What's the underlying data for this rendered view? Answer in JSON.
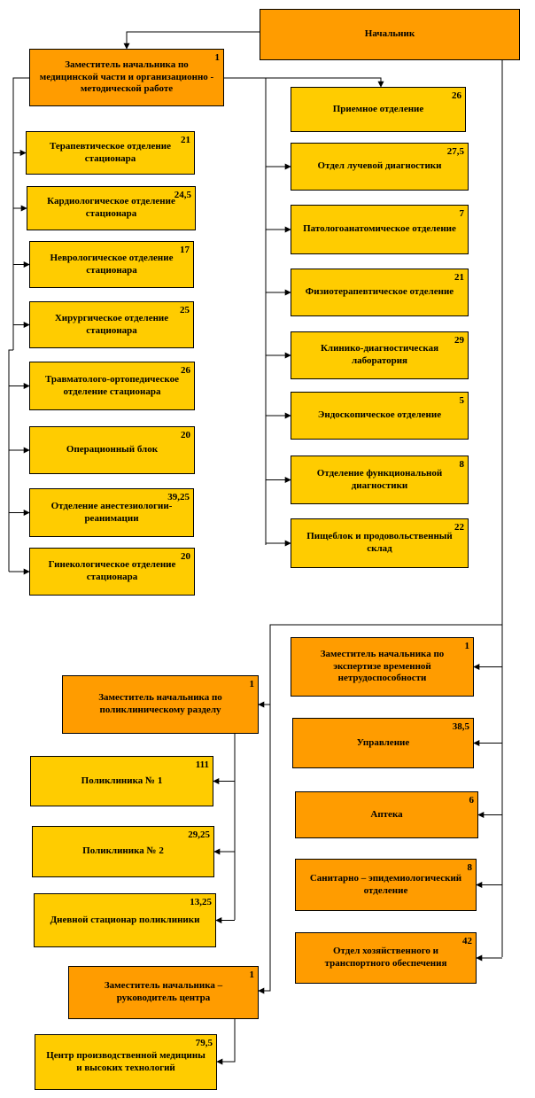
{
  "colors": {
    "orange": "#ff9c00",
    "yellow": "#ffcc00",
    "line": "#000000"
  },
  "nodes": [
    {
      "id": "head",
      "label": "Начальник",
      "value": "",
      "fill": "orange"
    },
    {
      "id": "dep-med",
      "label": "Заместитель начальника по медицинской части и организационно - методической работе",
      "value": "1",
      "fill": "orange"
    },
    {
      "id": "therapy",
      "label": "Терапевтическое отделение стационара",
      "value": "21",
      "fill": "yellow"
    },
    {
      "id": "cardio",
      "label": "Кардиологическое отделение стационара",
      "value": "24,5",
      "fill": "yellow"
    },
    {
      "id": "neuro",
      "label": "Неврологическое отделение стационара",
      "value": "17",
      "fill": "yellow"
    },
    {
      "id": "surgery",
      "label": "Хирургическое отделение стационара",
      "value": "25",
      "fill": "yellow"
    },
    {
      "id": "trauma",
      "label": "Травматолого-ортопедическое отделение стационара",
      "value": "26",
      "fill": "yellow"
    },
    {
      "id": "operating",
      "label": "Операционный блок",
      "value": "20",
      "fill": "yellow"
    },
    {
      "id": "anesthesia",
      "label": "Отделение анестезиологии-реанимации",
      "value": "39,25",
      "fill": "yellow"
    },
    {
      "id": "gyneco",
      "label": "Гинекологическое отделение стационара",
      "value": "20",
      "fill": "yellow"
    },
    {
      "id": "admission",
      "label": "Приемное отделение",
      "value": "26",
      "fill": "yellow"
    },
    {
      "id": "radiology",
      "label": "Отдел лучевой диагностики",
      "value": "27,5",
      "fill": "yellow"
    },
    {
      "id": "pathology",
      "label": "Патологоанатомическое отделение",
      "value": "7",
      "fill": "yellow"
    },
    {
      "id": "physio",
      "label": "Физиотерапевтическое отделение",
      "value": "21",
      "fill": "yellow"
    },
    {
      "id": "lab",
      "label": "Клинико-диагностическая лаборатория",
      "value": "29",
      "fill": "yellow"
    },
    {
      "id": "endoscopy",
      "label": "Эндоскопическое отделение",
      "value": "5",
      "fill": "yellow"
    },
    {
      "id": "functional",
      "label": "Отделение функциональной диагностики",
      "value": "8",
      "fill": "yellow"
    },
    {
      "id": "food",
      "label": "Пищеблок и продовольственный склад",
      "value": "22",
      "fill": "yellow"
    },
    {
      "id": "dep-expert",
      "label": "Заместитель начальника по экспертизе временной нетрудоспособности",
      "value": "1",
      "fill": "orange"
    },
    {
      "id": "management",
      "label": "Управление",
      "value": "38,5",
      "fill": "orange"
    },
    {
      "id": "pharmacy",
      "label": "Аптека",
      "value": "6",
      "fill": "orange"
    },
    {
      "id": "sanitary",
      "label": "Санитарно – эпидемиологический отделение",
      "value": "8",
      "fill": "orange"
    },
    {
      "id": "transport",
      "label": "Отдел хозяйственного и транспортного обеспечения",
      "value": "42",
      "fill": "orange"
    },
    {
      "id": "dep-clinic",
      "label": "Заместитель начальника по поликлиническому разделу",
      "value": "1",
      "fill": "orange"
    },
    {
      "id": "clinic1",
      "label": "Поликлиника № 1",
      "value": "111",
      "fill": "yellow"
    },
    {
      "id": "clinic2",
      "label": "Поликлиника № 2",
      "value": "29,25",
      "fill": "yellow"
    },
    {
      "id": "day-hospital",
      "label": "Дневной стационар поликлиники",
      "value": "13,25",
      "fill": "yellow"
    },
    {
      "id": "dep-center",
      "label": "Заместитель начальника – руководитель центра",
      "value": "1",
      "fill": "orange"
    },
    {
      "id": "center",
      "label": "Центр производственной медицины и высоких технологий",
      "value": "79,5",
      "fill": "yellow"
    }
  ],
  "edges": [
    [
      "head",
      "dep-med"
    ],
    [
      "dep-med",
      "therapy"
    ],
    [
      "dep-med",
      "cardio"
    ],
    [
      "dep-med",
      "neuro"
    ],
    [
      "dep-med",
      "surgery"
    ],
    [
      "dep-med",
      "trauma"
    ],
    [
      "dep-med",
      "operating"
    ],
    [
      "dep-med",
      "anesthesia"
    ],
    [
      "dep-med",
      "gyneco"
    ],
    [
      "dep-med",
      "admission"
    ],
    [
      "dep-med",
      "radiology"
    ],
    [
      "dep-med",
      "pathology"
    ],
    [
      "dep-med",
      "physio"
    ],
    [
      "dep-med",
      "lab"
    ],
    [
      "dep-med",
      "endoscopy"
    ],
    [
      "dep-med",
      "functional"
    ],
    [
      "dep-med",
      "food"
    ],
    [
      "head",
      "dep-expert"
    ],
    [
      "head",
      "management"
    ],
    [
      "head",
      "pharmacy"
    ],
    [
      "head",
      "sanitary"
    ],
    [
      "head",
      "transport"
    ],
    [
      "head",
      "dep-clinic"
    ],
    [
      "head",
      "dep-center"
    ],
    [
      "dep-clinic",
      "clinic1"
    ],
    [
      "dep-clinic",
      "clinic2"
    ],
    [
      "dep-clinic",
      "day-hospital"
    ],
    [
      "dep-center",
      "center"
    ]
  ]
}
